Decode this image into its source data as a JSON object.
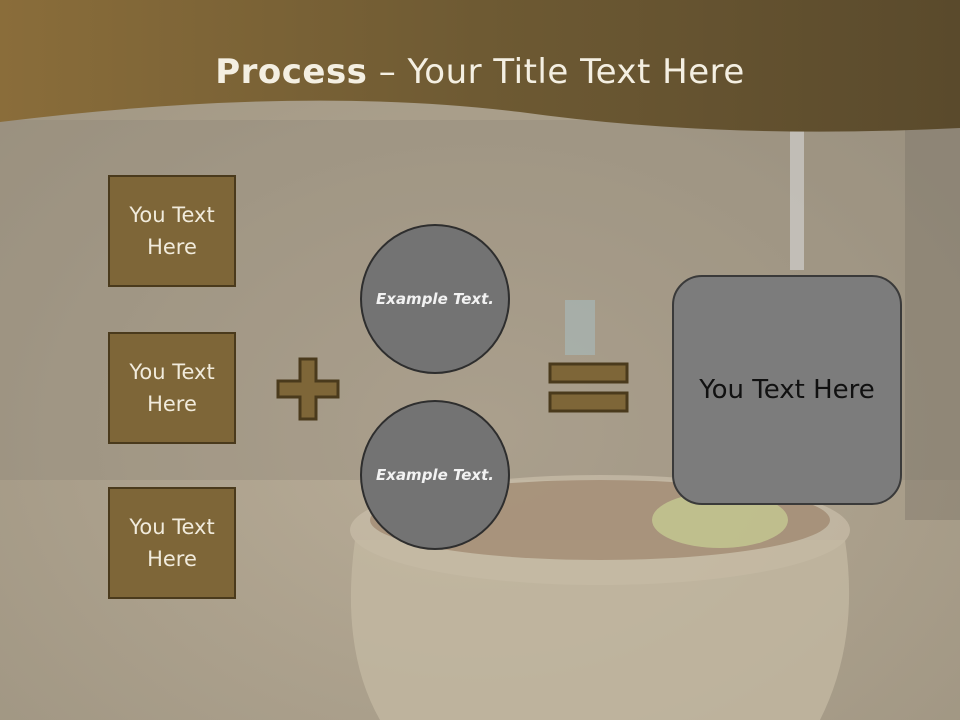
{
  "title": {
    "bold": "Process",
    "rest": " – Your Title Text Here"
  },
  "left_boxes": [
    "You Text Here",
    "You Text Here",
    "You Text Here"
  ],
  "circles": [
    "Example Text.",
    "Example Text."
  ],
  "result": "You Text Here",
  "colors": {
    "header_brown": "#6b5732",
    "box_fill": "#7e6638",
    "circle_fill": "#737373",
    "result_fill": "#7c7c7c",
    "background": "#a89d8a"
  },
  "icons": {
    "plus": "plus-icon",
    "equals": "equals-icon"
  }
}
